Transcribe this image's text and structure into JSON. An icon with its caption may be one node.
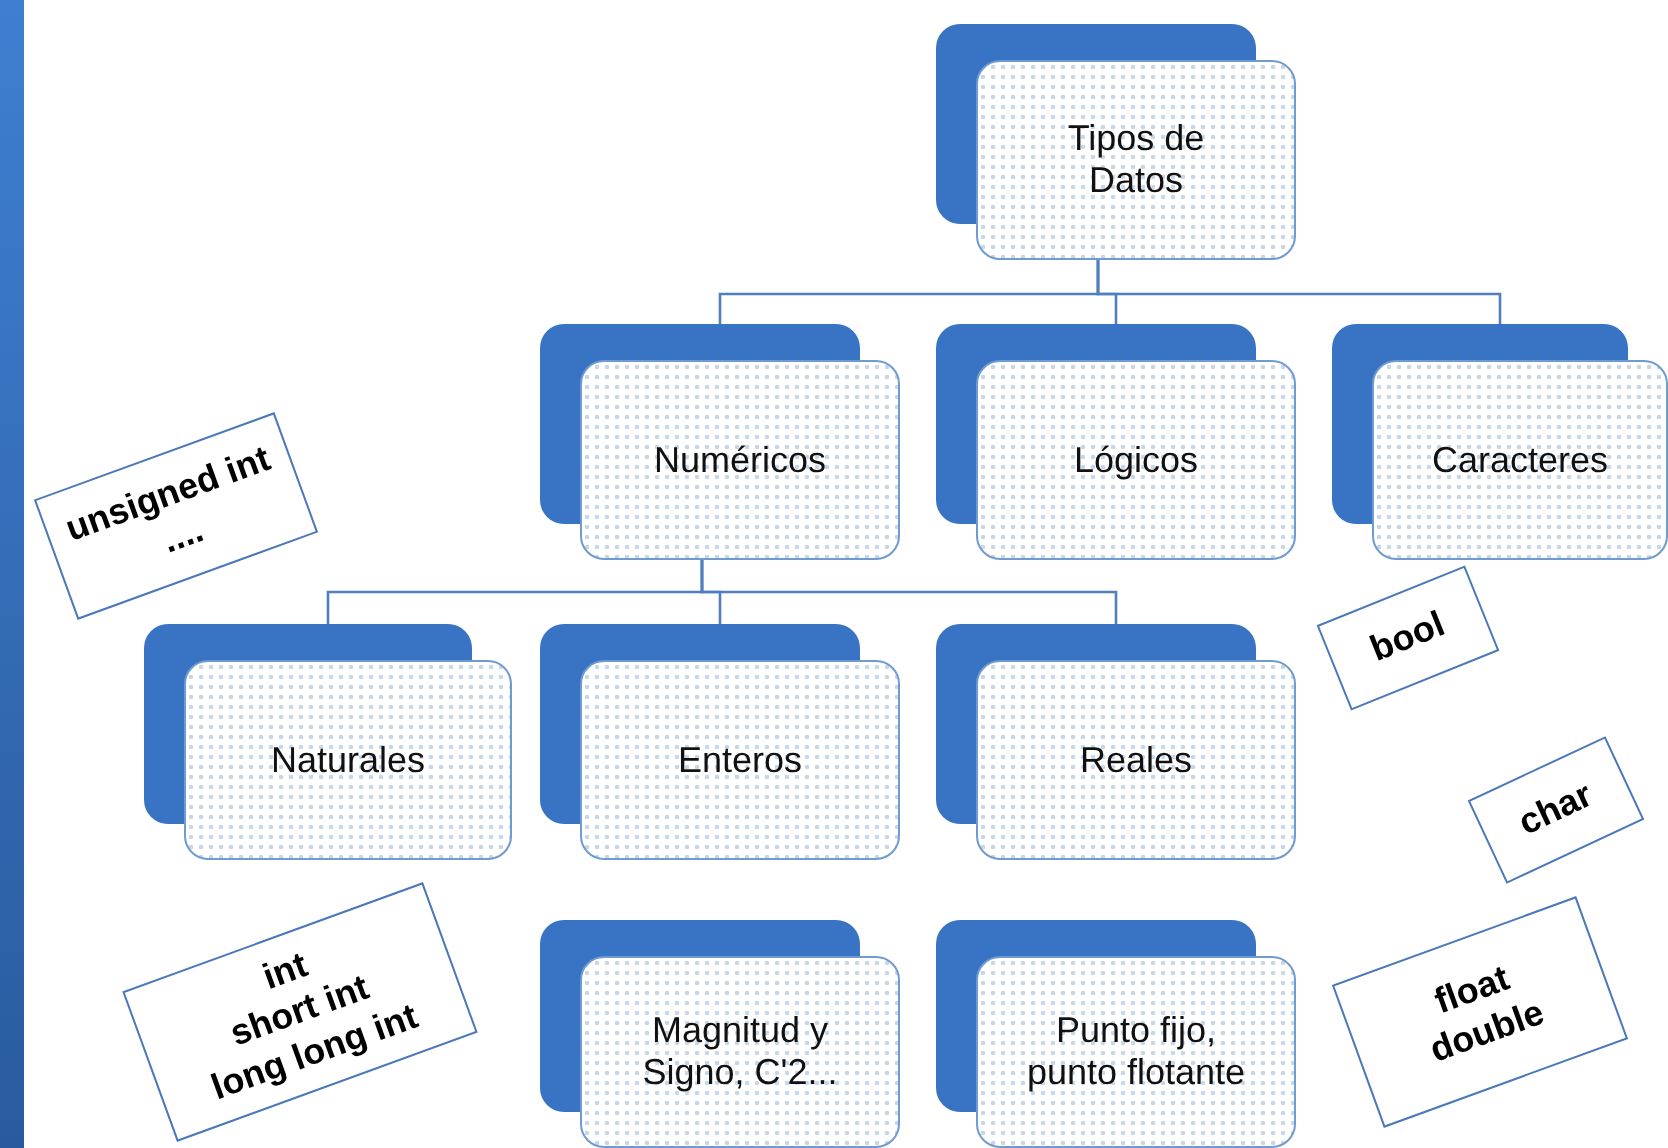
{
  "diagram": {
    "nodes": [
      {
        "text": [
          "Tipos de Datos"
        ]
      },
      {
        "text": [
          "Numéricos"
        ]
      },
      {
        "text": [
          "Lógicos"
        ]
      },
      {
        "text": [
          "Caracteres"
        ]
      },
      {
        "text": [
          "Naturales"
        ]
      },
      {
        "text": [
          "Enteros"
        ]
      },
      {
        "text": [
          "Reales"
        ]
      },
      {
        "text": [
          "Magnitud y Signo, C'2..."
        ]
      },
      {
        "text": [
          "Punto fijo, punto flotante"
        ]
      },
      {
        "text": [
          "unsigned int",
          "...."
        ]
      },
      {
        "text": [
          "bool"
        ]
      },
      {
        "text": [
          "char"
        ]
      },
      {
        "text": [
          "int",
          "short int",
          "long long int"
        ]
      },
      {
        "text": [
          "float",
          "double"
        ]
      }
    ],
    "edges": [
      {
        "from": 0,
        "to": 1,
        "arrow": "none"
      },
      {
        "from": 0,
        "to": 2,
        "arrow": "none"
      },
      {
        "from": 0,
        "to": 3,
        "arrow": "none"
      },
      {
        "from": 1,
        "to": 4,
        "arrow": "none"
      },
      {
        "from": 1,
        "to": 5,
        "arrow": "none"
      },
      {
        "from": 1,
        "to": 6,
        "arrow": "none"
      }
    ]
  }
}
